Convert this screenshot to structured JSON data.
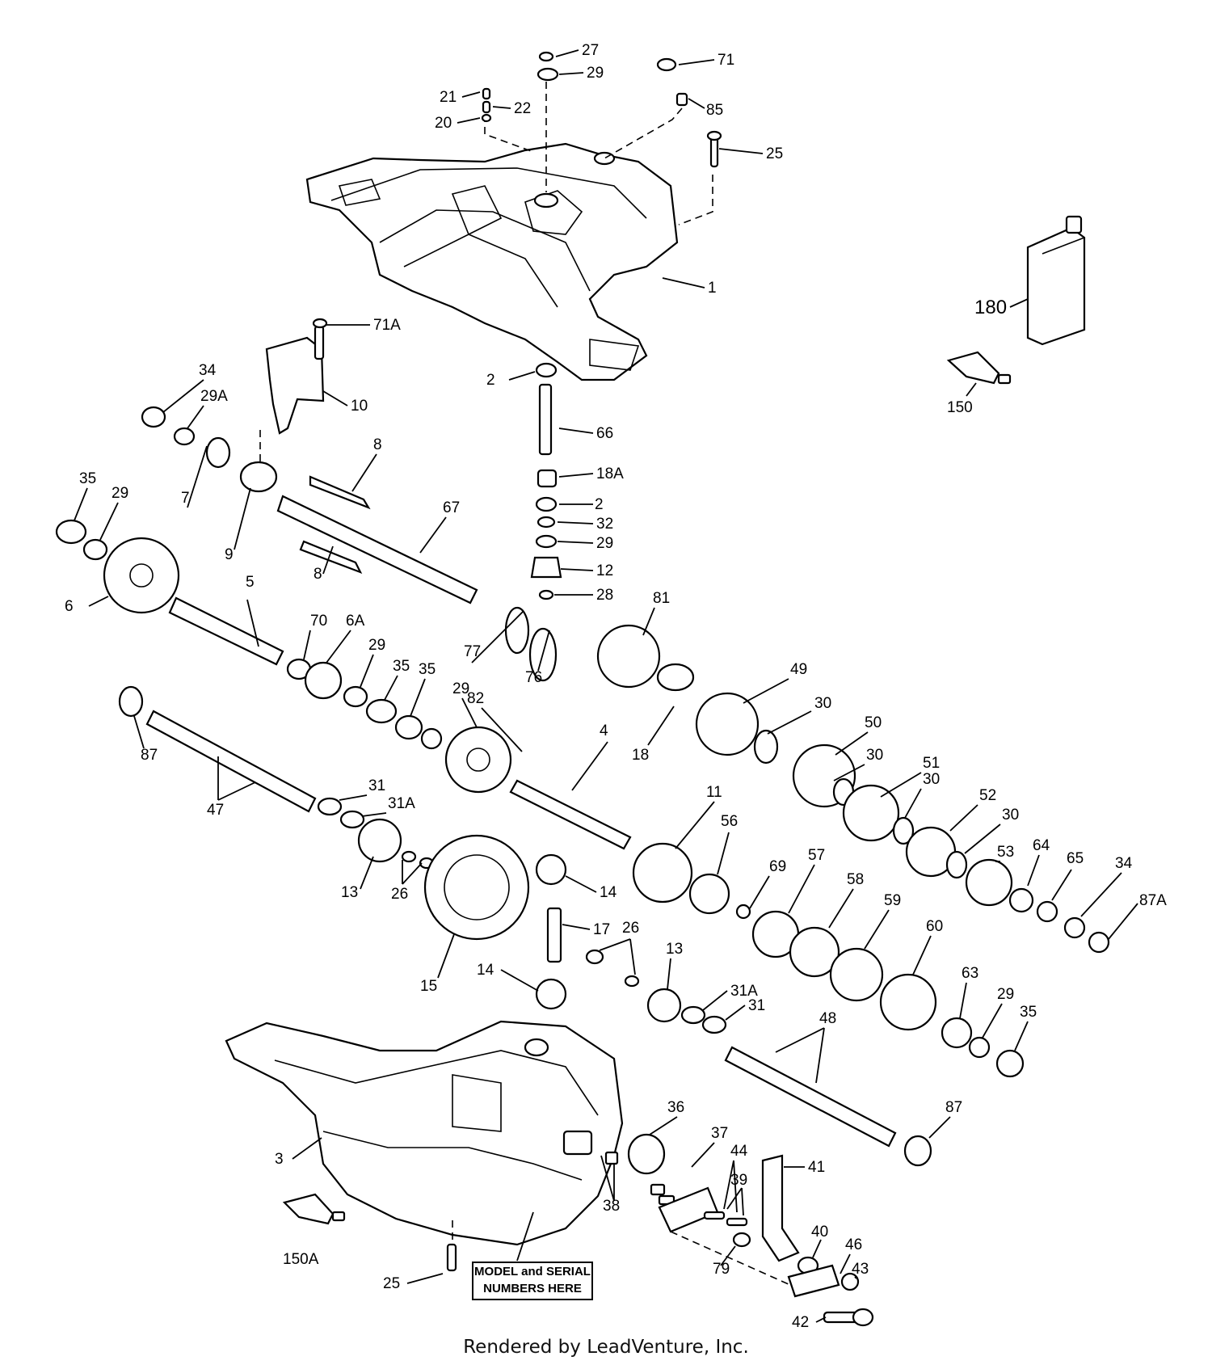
{
  "footer": "Rendered by LeadVenture, Inc.",
  "label_box": [
    "MODEL and SERIAL",
    "NUMBERS HERE"
  ],
  "callouts": [
    "27",
    "29",
    "71",
    "21",
    "22",
    "85",
    "20",
    "25",
    "1",
    "180",
    "71A",
    "150",
    "2",
    "34",
    "29A",
    "10",
    "66",
    "8",
    "18A",
    "35",
    "29",
    "7",
    "9",
    "67",
    "2",
    "32",
    "29",
    "8",
    "12",
    "28",
    "6",
    "5",
    "81",
    "70",
    "6A",
    "29",
    "77",
    "76",
    "35",
    "35",
    "49",
    "87",
    "29",
    "82",
    "30",
    "50",
    "18",
    "30",
    "4",
    "51",
    "47",
    "31",
    "31A",
    "30",
    "11",
    "52",
    "30",
    "56",
    "53",
    "13",
    "64",
    "26",
    "14",
    "69",
    "57",
    "65",
    "34",
    "87A",
    "58",
    "17",
    "26",
    "59",
    "60",
    "15",
    "14",
    "13",
    "31A",
    "31",
    "63",
    "29",
    "35",
    "48",
    "36",
    "87",
    "3",
    "37",
    "44",
    "41",
    "39",
    "38",
    "150A",
    "40",
    "46",
    "43",
    "25",
    "79",
    "42"
  ]
}
